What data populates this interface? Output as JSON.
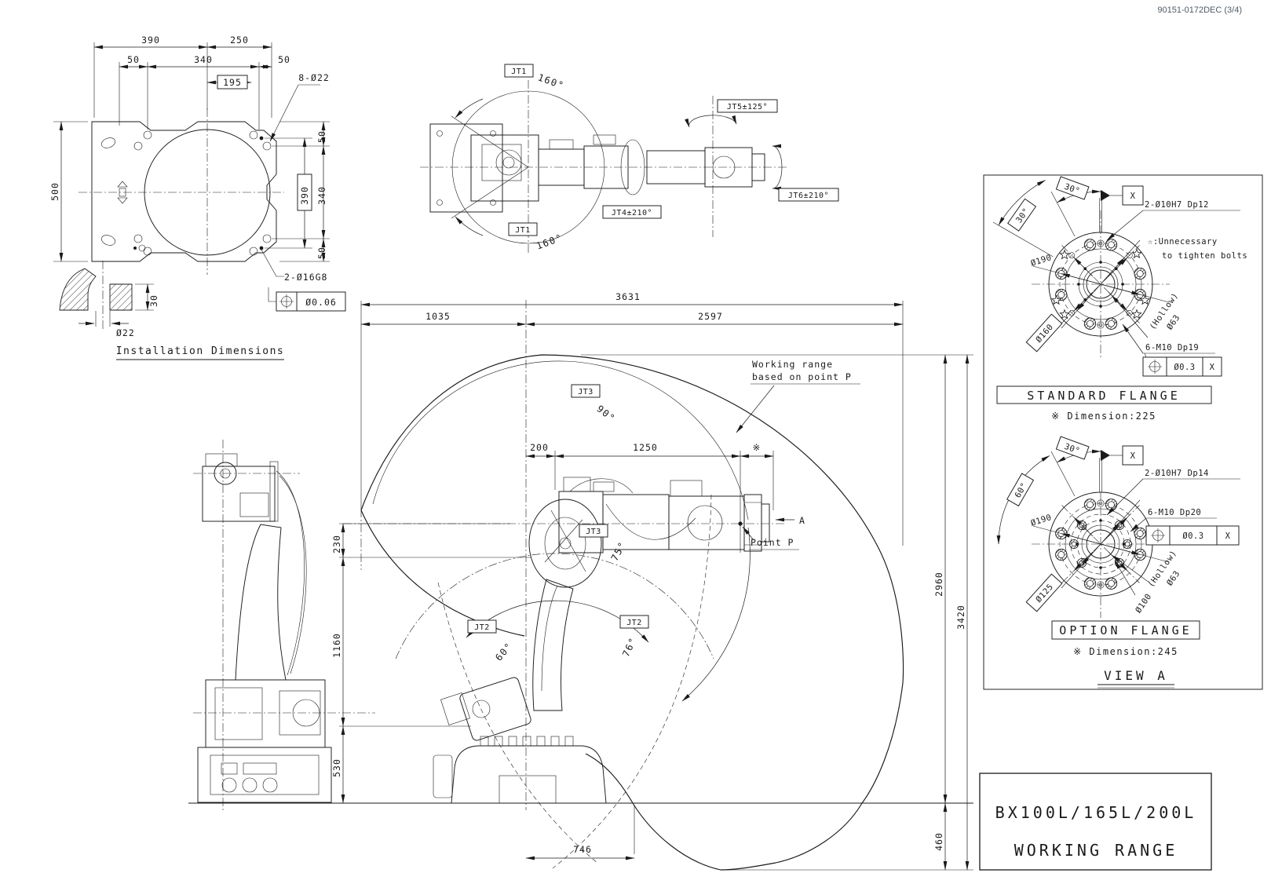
{
  "doc": {
    "number": "90151-0172DEC (3/4)"
  },
  "title_block": {
    "line1": "BX100L/165L/200L",
    "line2": "WORKING RANGE"
  },
  "installation": {
    "caption": "Installation Dimensions",
    "w390": "390",
    "w250": "250",
    "w50l": "50",
    "w340": "340",
    "w50r": "50",
    "b195": "195",
    "holes8": "8-Ø22",
    "h500": "500",
    "r390": "390",
    "r340": "340",
    "r50t": "50",
    "r50b": "50",
    "pins": "2-Ø16G8",
    "tol": "Ø0.06",
    "sec30": "30",
    "sec22": "Ø22"
  },
  "topview": {
    "jt1_top": "JT1",
    "jt1_top_deg": "160°",
    "jt1_bot": "JT1",
    "jt1_bot_deg": "160°",
    "jt4": "JT4±210°",
    "jt5": "JT5±125°",
    "jt6": "JT6±210°"
  },
  "working": {
    "d3631": "3631",
    "d1035": "1035",
    "d2597": "2597",
    "d200": "200",
    "d1250": "1250",
    "dstar": "※",
    "d230": "230",
    "d1160": "1160",
    "d530": "530",
    "d746": "746",
    "d2960": "2960",
    "d3420": "3420",
    "d460": "460",
    "note1": "Working range",
    "note2": "based on point P",
    "point_p": "Point P",
    "view_a": "A",
    "jt3": "JT3",
    "jt3_deg": "90°",
    "jt3b": "JT3",
    "jt3b_deg": "75°",
    "jt2": "JT2",
    "jt2_deg": "60°",
    "jt2b": "JT2",
    "jt2b_deg": "76°"
  },
  "flange_standard": {
    "title": "STANDARD FLANGE",
    "dim_note": "※ Dimension:225",
    "angle30a": "30°",
    "angle30b": "30°",
    "datum": "X",
    "pins": "2-Ø10H7 Dp12",
    "star_note1": "☆:Unnecessary",
    "star_note2": "to tighten bolts",
    "d190": "Ø190",
    "d160": "Ø160",
    "hollow1": "(Hollow)",
    "hollow2": "Ø63",
    "bolts": "6-M10 Dp19",
    "tol": "Ø0.3",
    "tol_datum": "X"
  },
  "flange_option": {
    "title": "OPTION FLANGE",
    "dim_note": "※ Dimension:245",
    "angle30": "30°",
    "angle60": "60°",
    "datum": "X",
    "pins": "2-Ø10H7 Dp14",
    "d190": "Ø190",
    "d125": "Ø125",
    "d100": "Ø100",
    "hollow1": "(Hollow)",
    "hollow2": "Ø63",
    "bolts": "6-M10 Dp20",
    "tol": "Ø0.3",
    "tol_datum": "X",
    "view_label": "VIEW A"
  }
}
